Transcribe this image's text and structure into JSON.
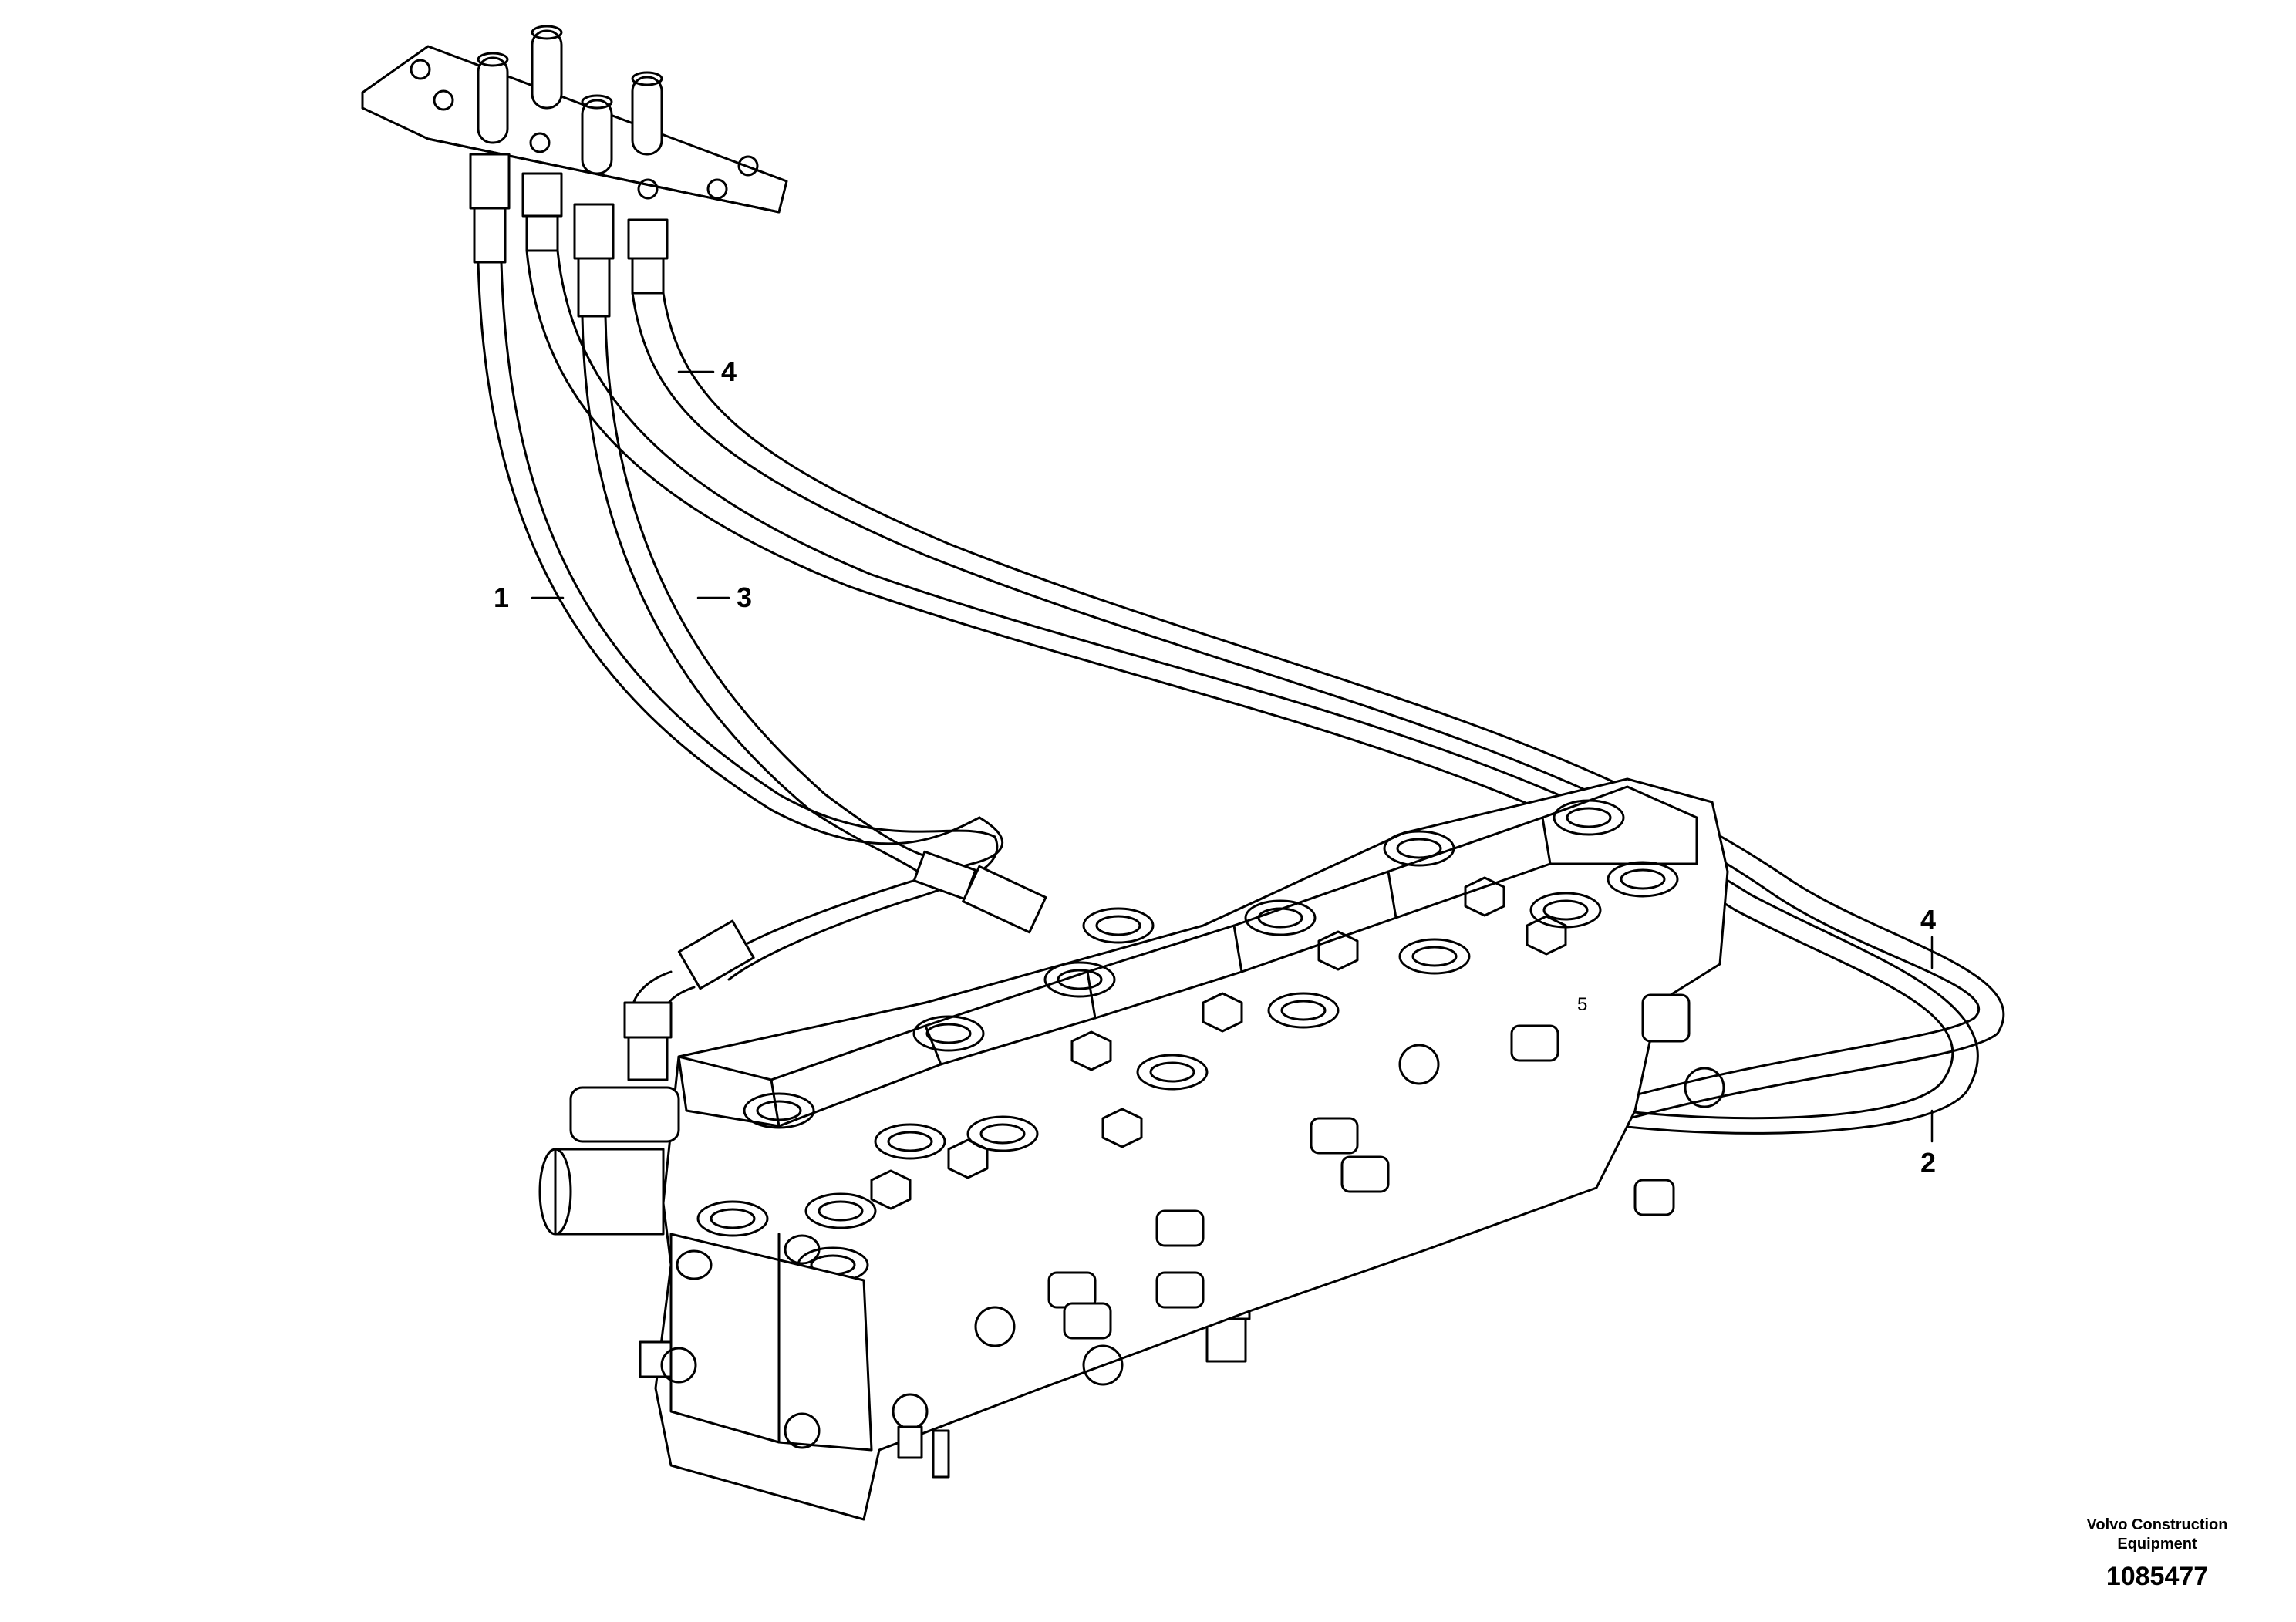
{
  "callouts": [
    {
      "id": "c1",
      "label": "1"
    },
    {
      "id": "c2",
      "label": "2"
    },
    {
      "id": "c3",
      "label": "3"
    },
    {
      "id": "c4a",
      "label": "4"
    },
    {
      "id": "c4b",
      "label": "4"
    }
  ],
  "footer": {
    "manufacturer": "Volvo Construction Equipment",
    "figure_number": "1085477"
  },
  "valve_marking": "5",
  "colors": {
    "line": "#000000",
    "background": "#ffffff"
  }
}
